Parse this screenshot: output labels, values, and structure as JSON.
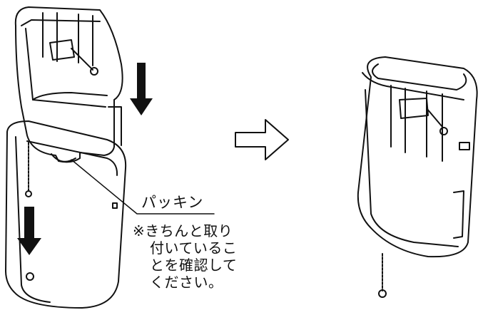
{
  "callout": {
    "part_label": "パッキン",
    "note_lines": [
      "※きちんと取り",
      "付いているこ",
      "とを確認して",
      "ください。"
    ]
  },
  "icons": {
    "down_arrow_upper": "arrow-down-icon",
    "down_arrow_lower": "arrow-down-icon",
    "transition_arrow": "arrow-right-outline-icon"
  },
  "colors": {
    "line": "#111111",
    "background": "#ffffff"
  }
}
